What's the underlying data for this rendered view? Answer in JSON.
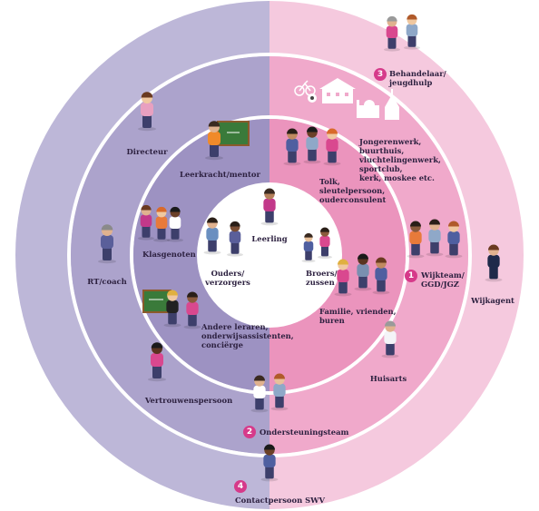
{
  "colors": {
    "outer_left": "#bdb7d8",
    "outer_right": "#f5c9de",
    "ring2_left": "#aca3cc",
    "ring2_right": "#f0a9cb",
    "ring3_left": "#9d92c2",
    "ring3_right": "#eb94bd",
    "center": "#ffffff",
    "ring_border": "#ffffff",
    "badge": "#d63a8a",
    "text": "#2d2140"
  },
  "labels": {
    "leerling": "Leerling",
    "ouders": "Ouders/\nverzorgers",
    "broers": "Broers/\nzussen",
    "klasgenoten": "Klasgenoten",
    "leerkracht": "Leerkracht/mentor",
    "tolk": "Tolk,\nsleutelpersoon,\nouderconsulent",
    "familie": "Familie, vrienden,\nburen",
    "andere_leraren": "Andere leraren,\nonderwijsassistenten,\nconciërge",
    "ondersteuningsteam": "Ondersteuningsteam",
    "directeur": "Directeur",
    "rt_coach": "RT/coach",
    "vertrouwenspersoon": "Vertrouwenspersoon",
    "huisarts": "Huisarts",
    "wijkteam": "Wijkteam/\nGGD/JGZ",
    "jongerenwerk": "Jongerenwerk,\nbuurthuis,\nvluchtelingenwerk,\nsportclub,\nkerk, moskee etc.",
    "behandelaar": "Behandelaar/\njeugdhulp",
    "wijkagent": "Wijkagent",
    "contactpersoon": "Contactpersoon SWV"
  },
  "badges": {
    "b1": "1",
    "b2": "2",
    "b3": "3",
    "b4": "4"
  },
  "icons": [
    "chalkboard-icon",
    "bicycle-icon",
    "ball-icon",
    "school-building-icon",
    "church-icon",
    "mosque-icon"
  ]
}
